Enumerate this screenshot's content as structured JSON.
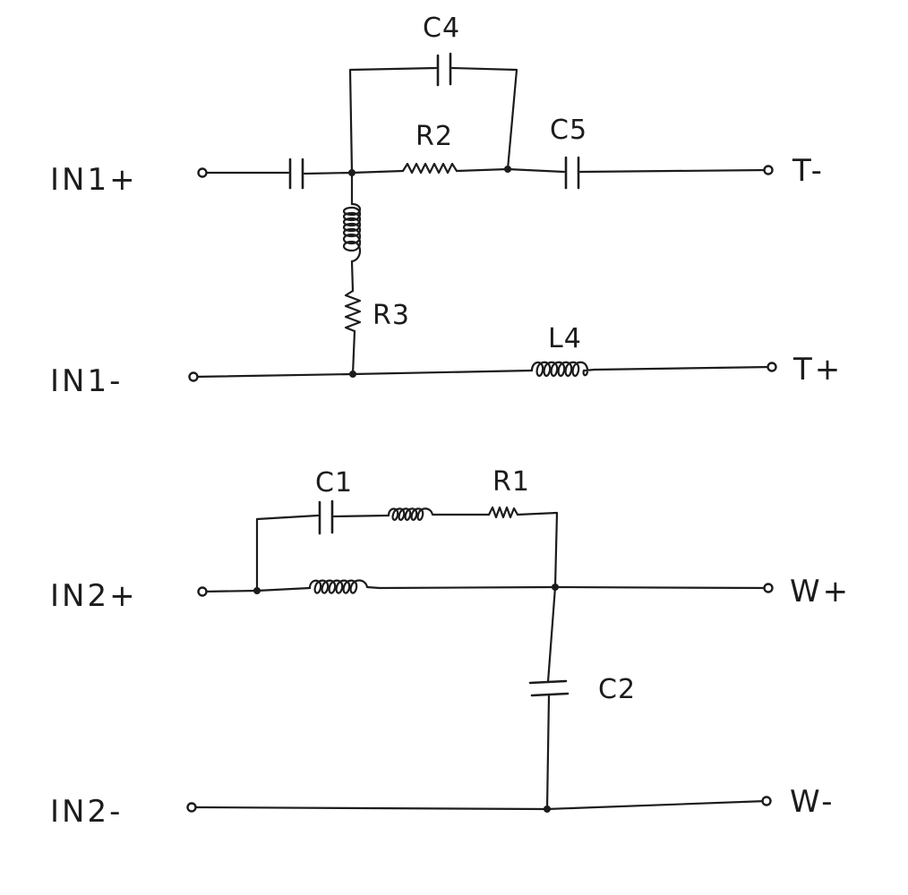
{
  "ports": {
    "in1_plus": "IN1+",
    "in1_minus": "IN1-",
    "in2_plus": "IN2+",
    "in2_minus": "IN2-",
    "t_minus": "T-",
    "t_plus": "T+",
    "w_plus": "W+",
    "w_minus": "W-"
  },
  "components": {
    "c4": "C4",
    "r2": "R2",
    "c5": "C5",
    "r3": "R3",
    "l4": "L4",
    "c1": "C1",
    "r1": "R1",
    "c2": "C2"
  }
}
